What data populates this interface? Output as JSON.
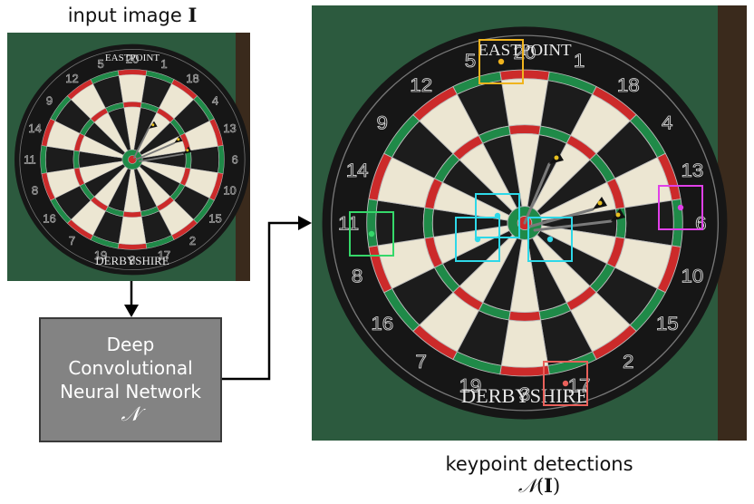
{
  "input_caption": {
    "text": "input image ",
    "symbol": "I"
  },
  "network": {
    "lines": [
      "Deep",
      "Convolutional",
      "Neural Network"
    ],
    "symbol": "𝒩"
  },
  "output_caption": {
    "line1": "keypoint detections",
    "line2": "𝒩(I)"
  },
  "dartboard": {
    "top_text": "EASTPOINT",
    "bottom_text": "DERBYSHIRE",
    "numbers": [
      "20",
      "1",
      "18",
      "4",
      "13",
      "6",
      "10",
      "15",
      "2",
      "17",
      "3",
      "19",
      "7",
      "16",
      "8",
      "11",
      "14",
      "9",
      "12",
      "5"
    ]
  },
  "detections": [
    {
      "color": "#f0b41e"
    },
    {
      "color": "#e040e8"
    },
    {
      "color": "#35d86a"
    },
    {
      "color": "#e8605a"
    },
    {
      "color": "#2ed8e8"
    },
    {
      "color": "#2ed8e8"
    },
    {
      "color": "#2ed8e8"
    }
  ]
}
